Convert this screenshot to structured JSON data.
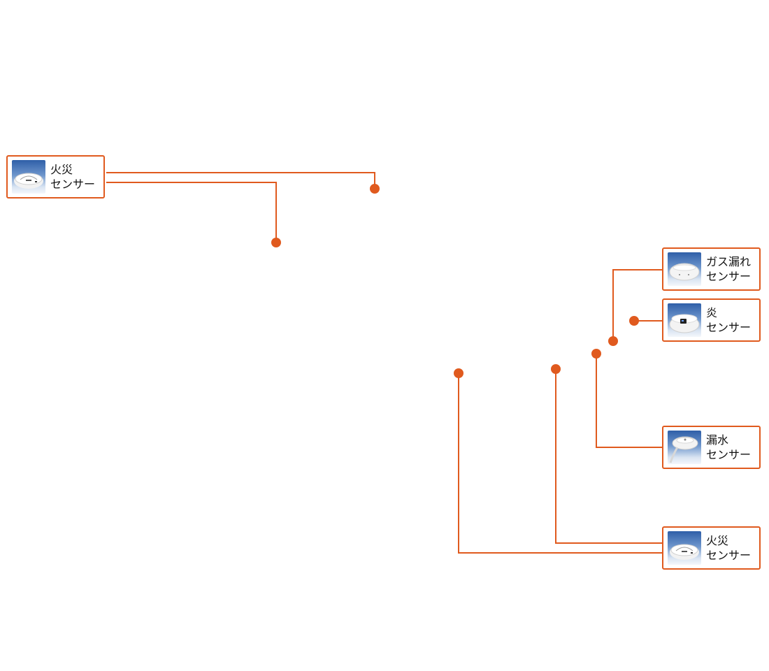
{
  "colors": {
    "accent": "#e05a1e",
    "card_border": "#e05a1e",
    "text": "#111111",
    "thumb_top": "#2f5fa8"
  },
  "sensors": [
    {
      "id": "fire-1",
      "label_line1": "火災",
      "label_line2": "センサー",
      "icon": "smoke-detector-icon"
    },
    {
      "id": "gas",
      "label_line1": "ガス漏れ",
      "label_line2": "センサー",
      "icon": "gas-detector-icon"
    },
    {
      "id": "flame",
      "label_line1": "炎",
      "label_line2": "センサー",
      "icon": "flame-detector-icon"
    },
    {
      "id": "water",
      "label_line1": "漏水",
      "label_line2": "センサー",
      "icon": "water-leak-sensor-icon"
    },
    {
      "id": "fire-2",
      "label_line1": "火災",
      "label_line2": "センサー",
      "icon": "smoke-detector-icon"
    }
  ]
}
